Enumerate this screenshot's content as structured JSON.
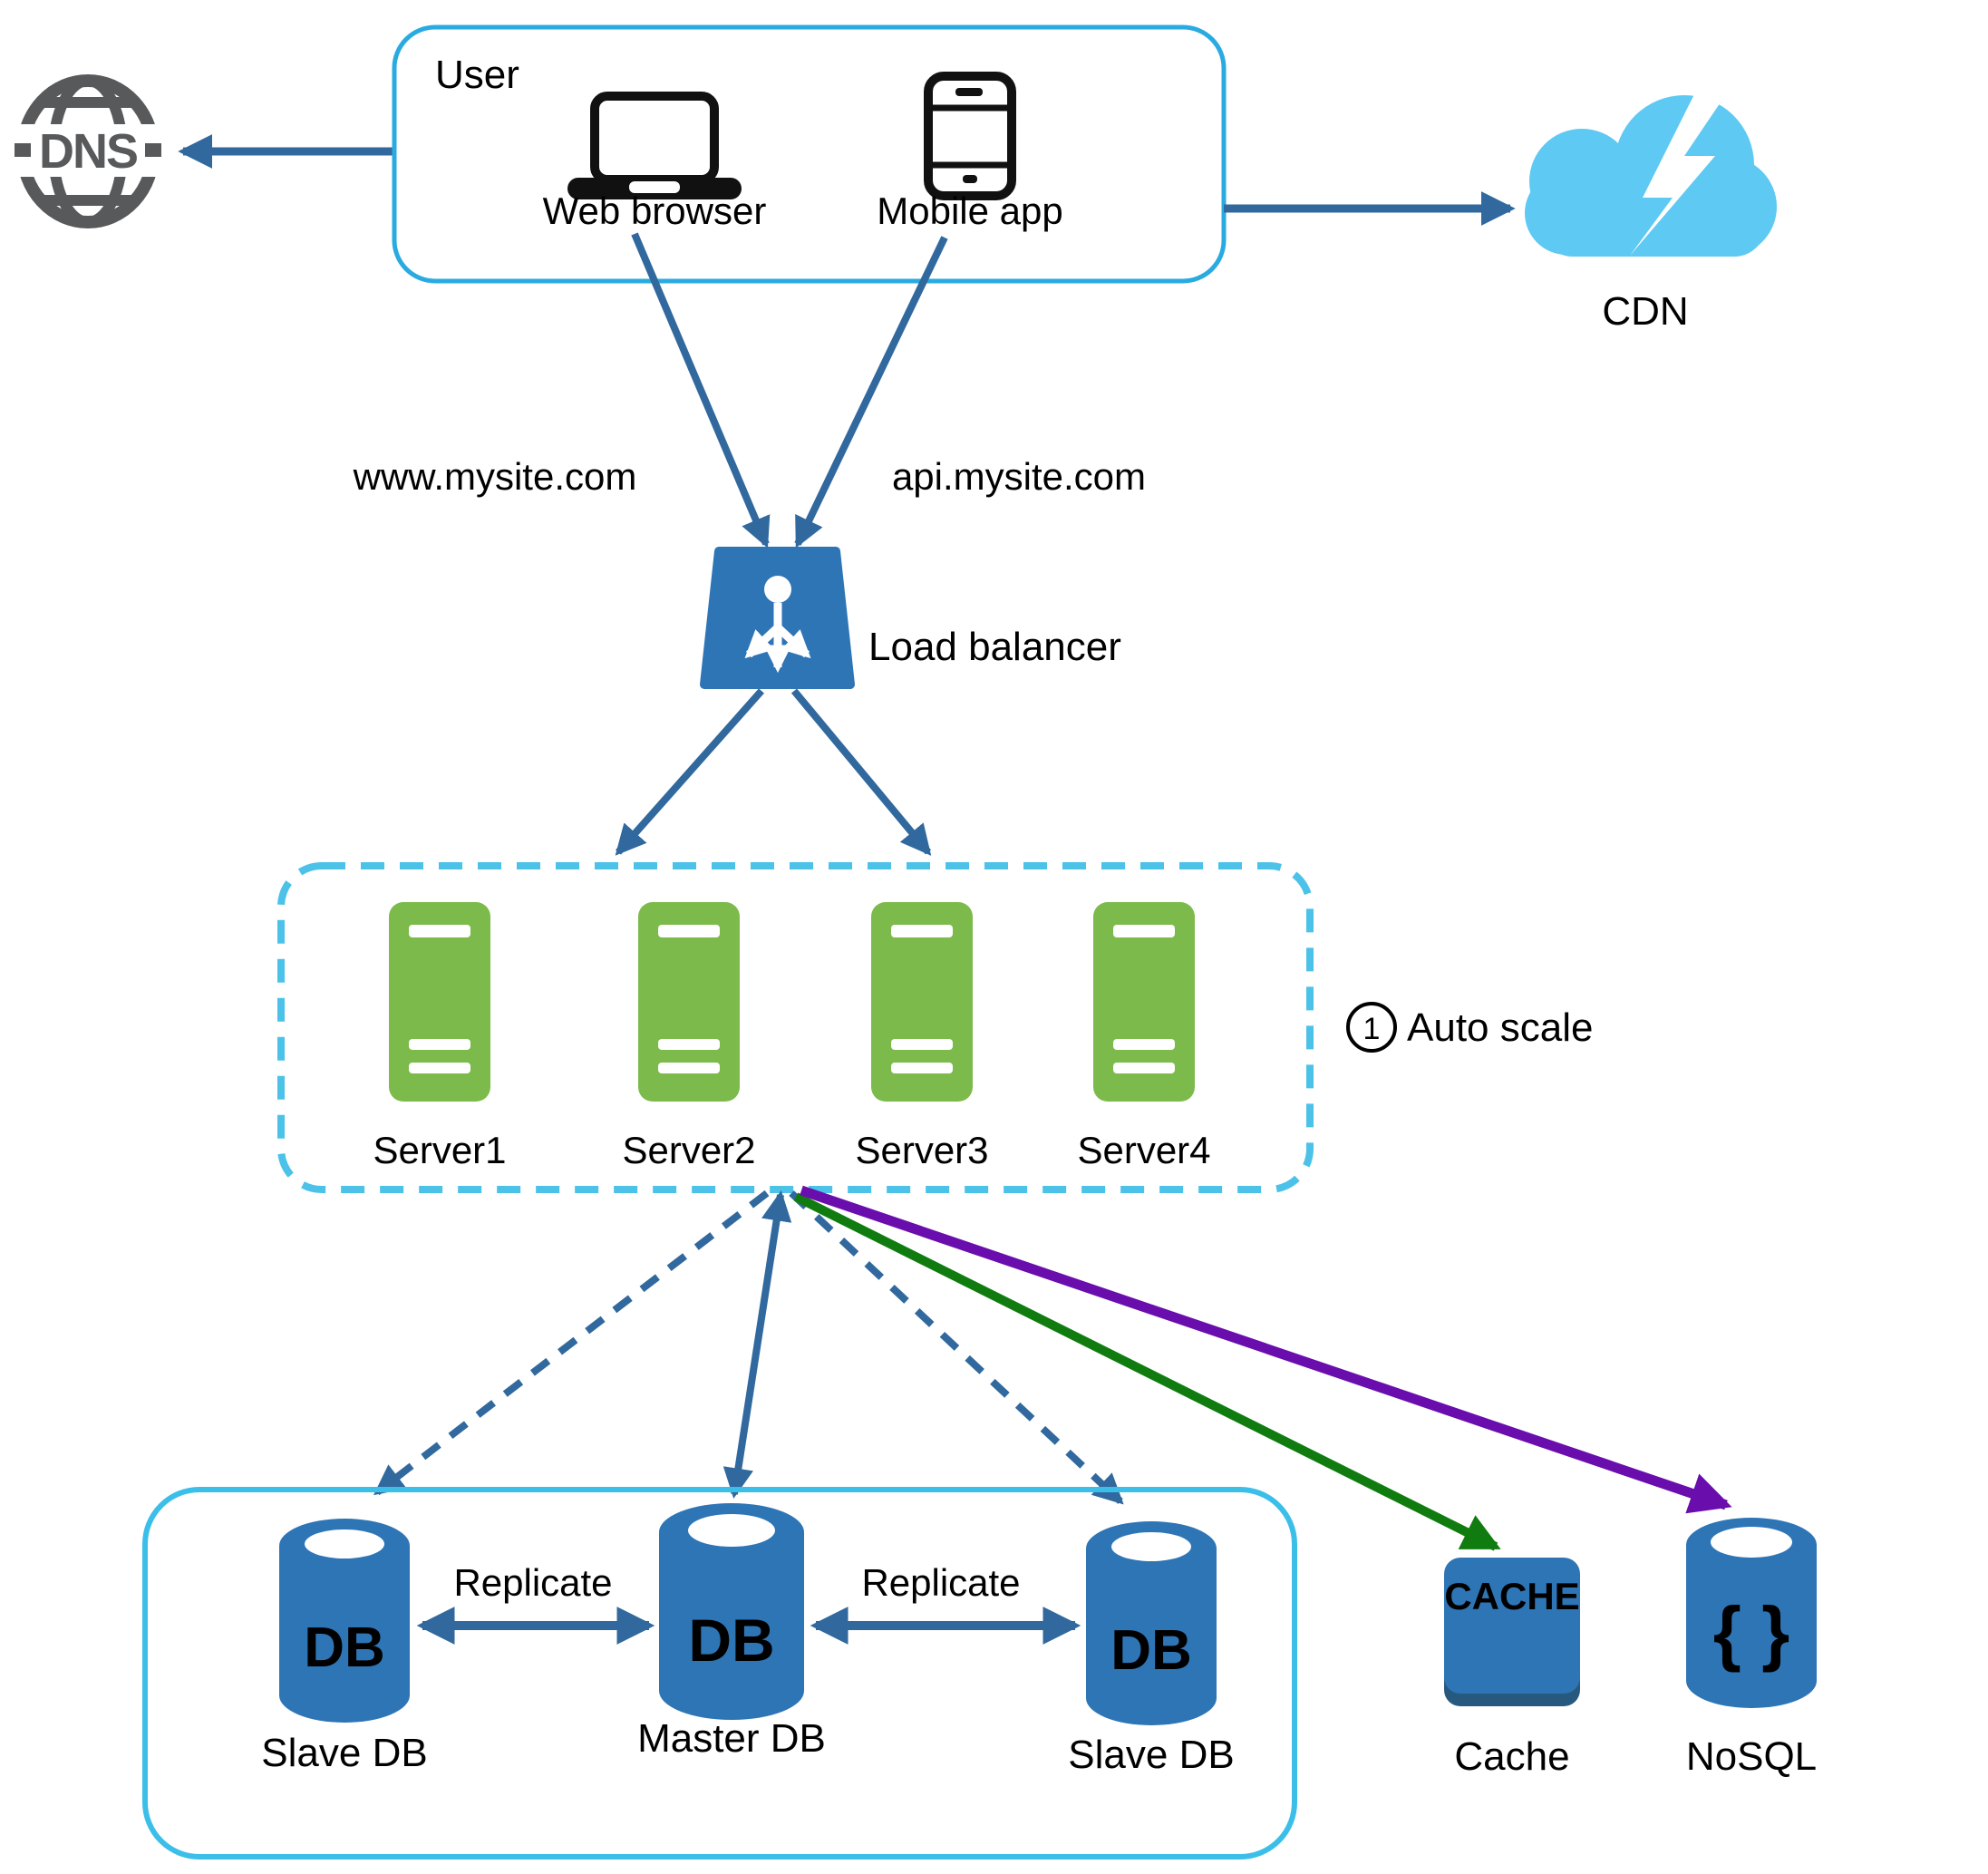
{
  "colors": {
    "arrow_blue": "#31699E",
    "node_blue": "#2E75B6",
    "cloud_blue": "#5EC9F2",
    "box_border_blue": "#29ABE2",
    "dashed_border_blue": "#4CC2E9",
    "db_box_border": "#3BBFE8",
    "server_green": "#7CBB4B",
    "arrow_green": "#107C10",
    "arrow_purple": "#6A0DAD",
    "dns_gray": "#58595B",
    "cache_shadow_blue": "#27597F",
    "device_dark": "#111111"
  },
  "nodes": {
    "dns": {
      "label": "DNS"
    },
    "user_group": {
      "title": "User",
      "devices": [
        {
          "label": "Web browser"
        },
        {
          "label": "Mobile app"
        }
      ]
    },
    "cdn": {
      "label": "CDN"
    },
    "domain_labels": {
      "web": "www.mysite.com",
      "api": "api.mysite.com"
    },
    "load_balancer": {
      "label": "Load balancer"
    },
    "server_farm": {
      "servers": [
        {
          "label": "Server1"
        },
        {
          "label": "Server2"
        },
        {
          "label": "Server3"
        },
        {
          "label": "Server4"
        }
      ],
      "annotation": {
        "number": "1",
        "label": "Auto scale"
      }
    },
    "database_cluster": {
      "slave_left": {
        "icon_text": "DB",
        "label": "Slave DB"
      },
      "master": {
        "icon_text": "DB",
        "label": "Master DB"
      },
      "slave_right": {
        "icon_text": "DB",
        "label": "Slave DB"
      },
      "replication": [
        {
          "label": "Replicate"
        },
        {
          "label": "Replicate"
        }
      ]
    },
    "cache": {
      "icon_text": "CACHE",
      "label": "Cache"
    },
    "nosql": {
      "icon_text": "{ }",
      "label": "NoSQL"
    }
  }
}
